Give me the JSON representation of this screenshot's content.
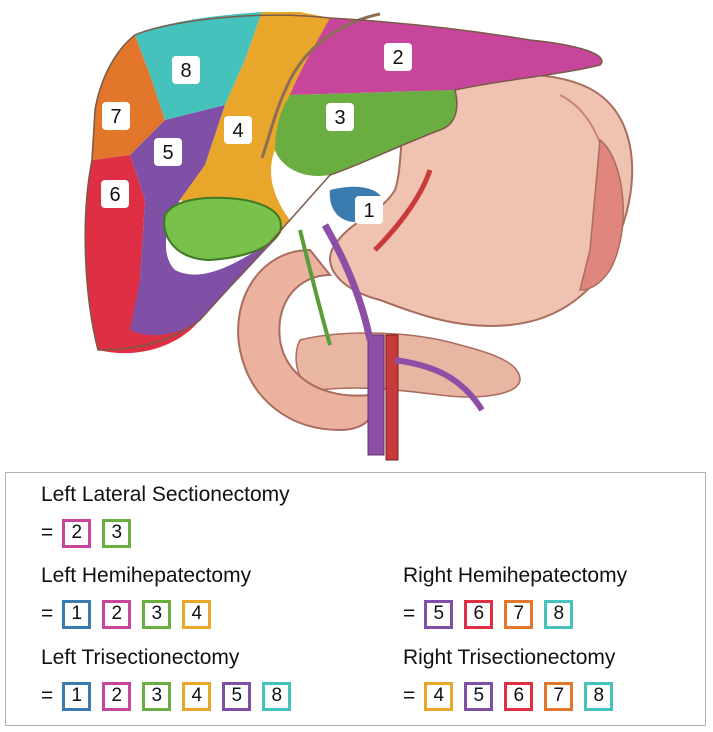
{
  "segment_colors": {
    "1": "#3a7bb0",
    "2": "#c8459c",
    "3": "#6aad40",
    "4": "#e8a62a",
    "5": "#7f50a6",
    "6": "#de2f45",
    "7": "#e2762a",
    "8": "#45c2bc"
  },
  "illustration": {
    "segment_labels": [
      "1",
      "2",
      "3",
      "4",
      "5",
      "6",
      "7",
      "8"
    ]
  },
  "legend": {
    "groups": [
      {
        "title": "Left Lateral Sectionectomy",
        "equals": "=",
        "segments": [
          "2",
          "3"
        ]
      },
      {
        "title": "Left Hemihepatectomy",
        "equals": "=",
        "segments": [
          "1",
          "2",
          "3",
          "4"
        ]
      },
      {
        "title": "Left Trisectionectomy",
        "equals": "=",
        "segments": [
          "1",
          "2",
          "3",
          "4",
          "5",
          "8"
        ]
      },
      {
        "title": "Right Hemihepatectomy",
        "equals": "=",
        "segments": [
          "5",
          "6",
          "7",
          "8"
        ]
      },
      {
        "title": "Right Trisectionectomy",
        "equals": "=",
        "segments": [
          "4",
          "5",
          "6",
          "7",
          "8"
        ]
      }
    ]
  }
}
